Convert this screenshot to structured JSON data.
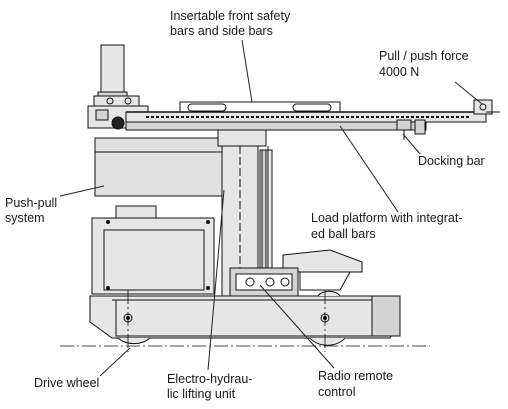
{
  "labels": {
    "safety_bars_1": "Insertable front safety",
    "safety_bars_2": "bars and side bars",
    "pull_push_1": "Pull / push force",
    "pull_push_2": "4000 N",
    "docking_bar": "Docking bar",
    "push_pull_1": "Push-pull",
    "push_pull_2": "system",
    "load_platform_1": "Load platform with integrat-",
    "load_platform_2": "ed ball bars",
    "drive_wheel": "Drive wheel",
    "electro_1": "Electro-hydrau-",
    "electro_2": "lic lifting unit",
    "radio_1": "Radio remote",
    "radio_2": "control"
  },
  "colors": {
    "fill_light": "#e6e6e6",
    "fill_mid": "#d4d4d4",
    "line": "#111111",
    "leader": "#222222"
  }
}
